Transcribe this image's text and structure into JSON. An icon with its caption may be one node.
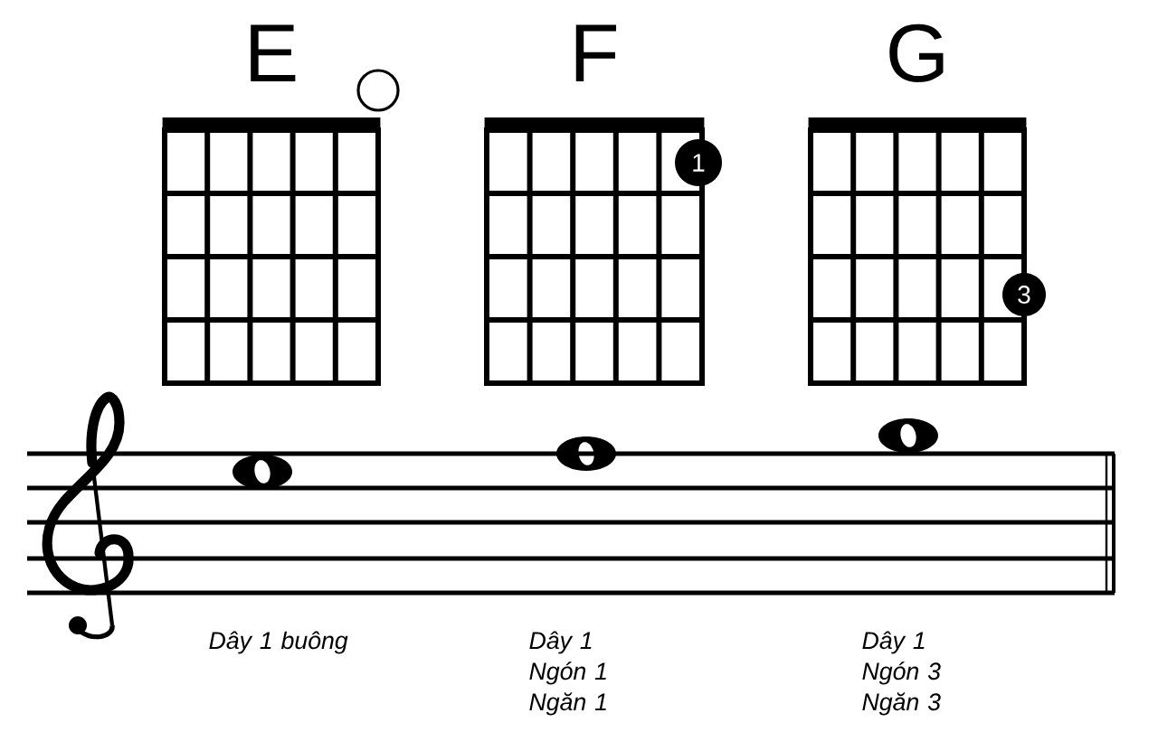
{
  "diagram": {
    "nodes": [
      {
        "text": [
          "E"
        ]
      },
      {
        "text": [],
        "shape": "circle"
      },
      {
        "text": [
          "F"
        ]
      },
      {
        "text": [
          "1"
        ]
      },
      {
        "text": [
          "G"
        ]
      },
      {
        "text": [
          "3"
        ]
      }
    ],
    "labels": [
      "Dây 1 buông",
      "Dây 1 Ngón 1 Ngăn 1",
      "Dây 1 Ngón 3 Ngăn 3"
    ]
  }
}
